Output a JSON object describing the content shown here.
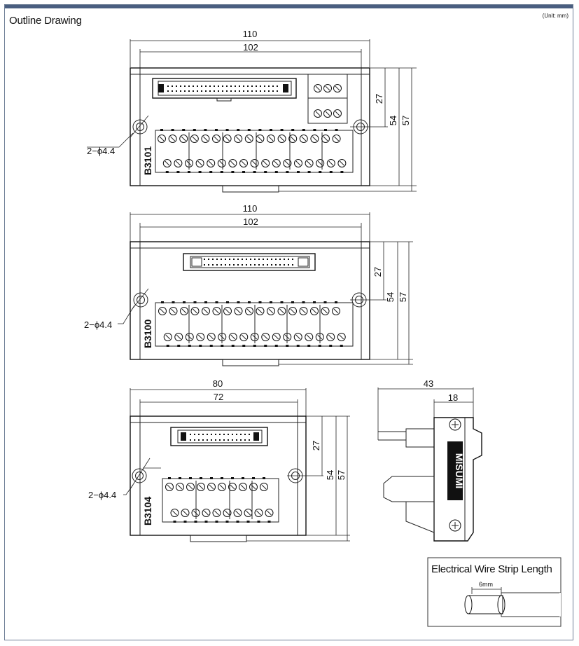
{
  "header": {
    "title": "Outline Drawing",
    "unit_note": "(Unit: mm)"
  },
  "views": {
    "b3101": {
      "model": "B3101",
      "width_outer": "110",
      "width_inner": "102",
      "h27": "27",
      "h54": "54",
      "h57": "57",
      "hole": "2−ϕ4.4"
    },
    "b3100": {
      "model": "B3100",
      "width_outer": "110",
      "width_inner": "102",
      "h27": "27",
      "h54": "54",
      "h57": "57",
      "hole": "2−ϕ4.4"
    },
    "b3104": {
      "model": "B3104",
      "width_outer": "80",
      "width_inner": "72",
      "h27": "27",
      "h54": "54",
      "h57": "57",
      "hole": "2−ϕ4.4"
    },
    "side": {
      "depth": "43",
      "depth_inner": "18",
      "brand": "MISUMI"
    }
  },
  "strip": {
    "title": "Electrical Wire Strip Length",
    "length": "6mm"
  }
}
